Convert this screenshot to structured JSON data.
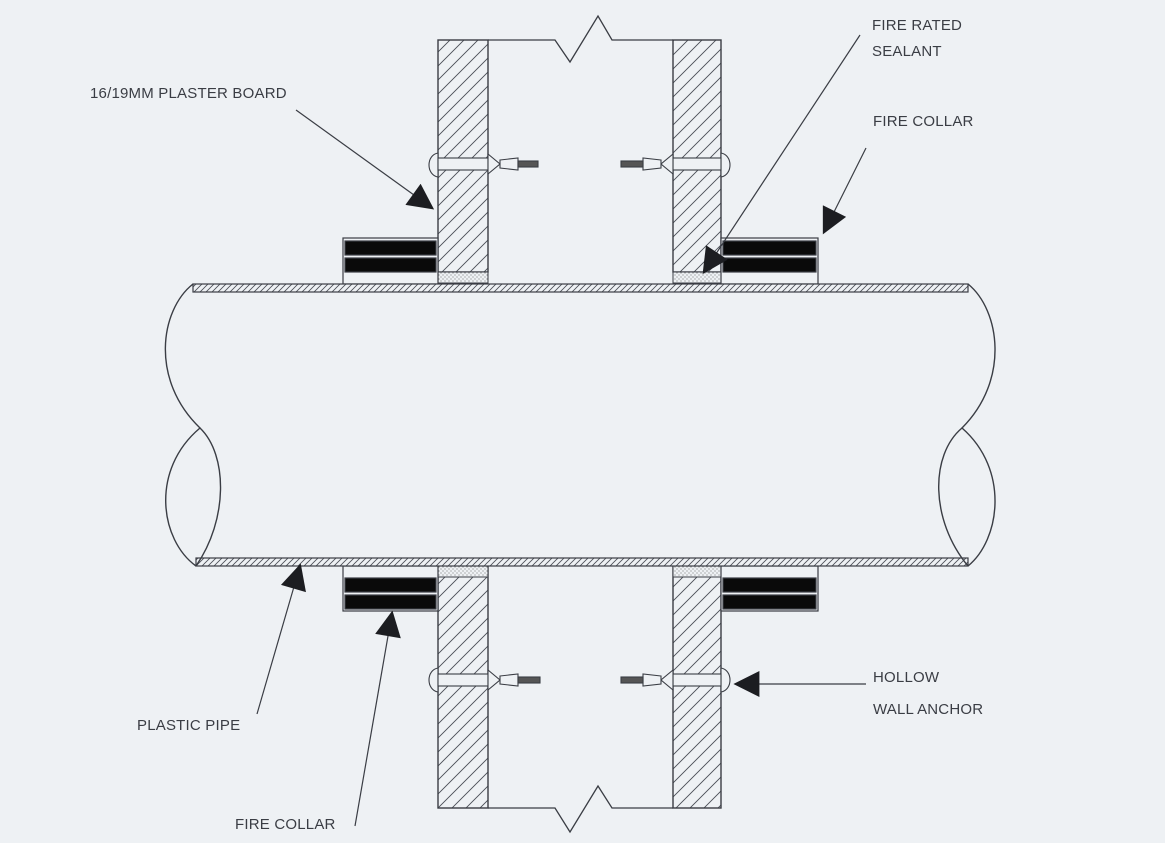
{
  "labels": {
    "plaster_board": "16/19MM  PLASTER BOARD",
    "fire_rated_line1": "FIRE RATED",
    "fire_rated_line2": "SEALANT",
    "fire_collar_right": "FIRE COLLAR",
    "fire_collar_bottom": "FIRE COLLAR",
    "hollow_line1": "HOLLOW",
    "hollow_line2": "WALL ANCHOR",
    "plastic_pipe": "PLASTIC PIPE"
  },
  "colors": {
    "background": "#eef1f4",
    "line": "#3a3d44",
    "collar_fill": "#0a0a0a",
    "label_text": "#3a3d44"
  }
}
